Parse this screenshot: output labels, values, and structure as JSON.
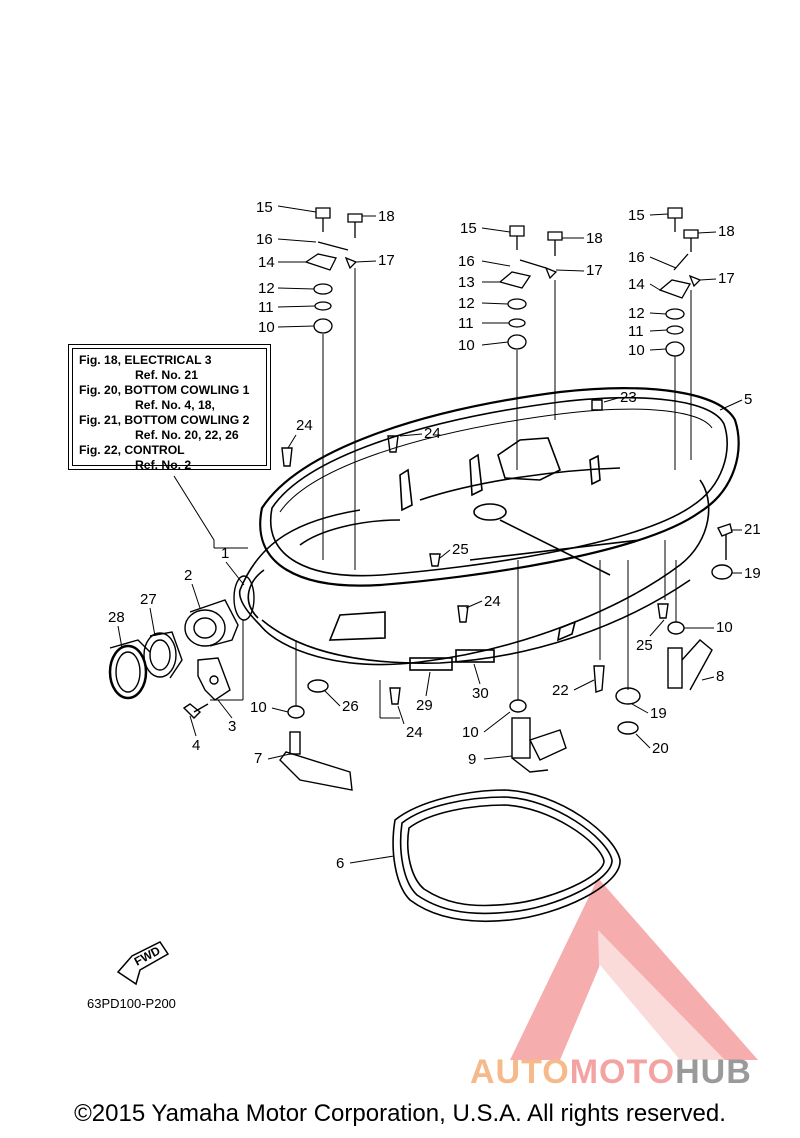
{
  "reference_box": {
    "lines": [
      {
        "text": "Fig. 18, ELECTRICAL 3",
        "sub": false
      },
      {
        "text": "Ref. No. 21",
        "sub": true
      },
      {
        "text": "Fig. 20, BOTTOM COWLING 1",
        "sub": false
      },
      {
        "text": "Ref. No. 4, 18,",
        "sub": true
      },
      {
        "text": "Fig. 21, BOTTOM COWLING 2",
        "sub": false
      },
      {
        "text": "Ref. No. 20, 22, 26",
        "sub": true
      },
      {
        "text": "Fig. 22, CONTROL",
        "sub": false
      },
      {
        "text": "Ref. No. 2",
        "sub": true
      }
    ]
  },
  "callouts": {
    "c1": "1",
    "c2": "2",
    "c3": "3",
    "c4": "4",
    "c5": "5",
    "c6": "6",
    "c7": "7",
    "c8": "8",
    "c9": "9",
    "c10": "10",
    "c11": "11",
    "c12": "12",
    "c13": "13",
    "c14": "14",
    "c15": "15",
    "c16": "16",
    "c17": "17",
    "c18": "18",
    "c19": "19",
    "c20": "20",
    "c21": "21",
    "c22": "22",
    "c23": "23",
    "c24": "24",
    "c25": "25",
    "c26": "26",
    "c27": "27",
    "c28": "28",
    "c29": "29",
    "c30": "30"
  },
  "fwd_label": "FWD",
  "diagram_code": "63PD100-P200",
  "watermark": {
    "part1": "AUTO",
    "part2": "MOTO",
    "part3": "HUB"
  },
  "copyright": "©2015 Yamaha Motor Corporation, U.S.A. All rights reserved.",
  "colors": {
    "watermark_orange": "#f6b98a",
    "watermark_red": "#f4a3a3",
    "watermark_gray": "#9a9a9a",
    "line": "#000000"
  }
}
